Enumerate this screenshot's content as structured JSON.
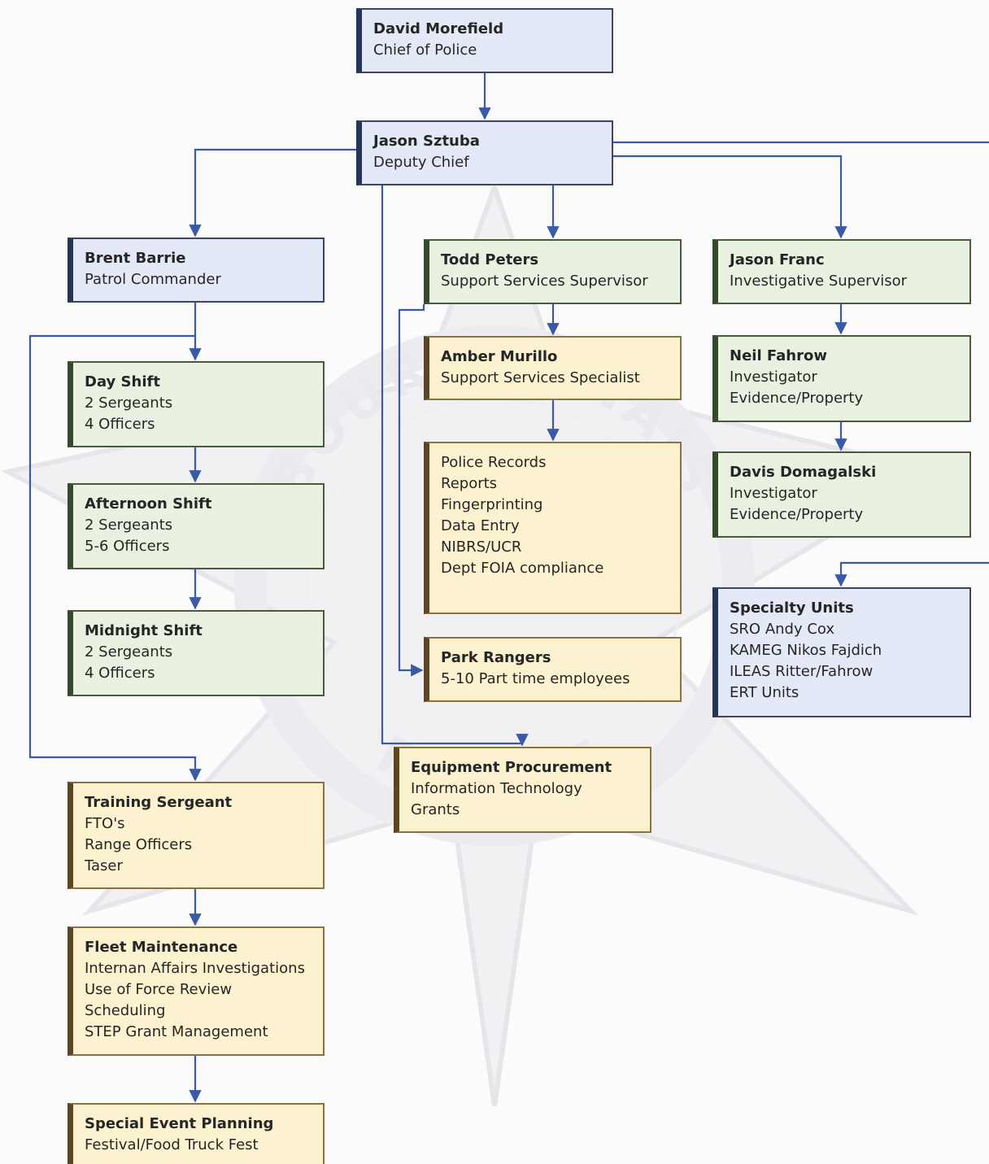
{
  "chart": {
    "nodes": [
      {
        "id": "chief",
        "color": "blue",
        "title": "David Morefield",
        "lines": [
          "Chief of Police"
        ]
      },
      {
        "id": "deputy",
        "color": "blue",
        "title": "Jason Sztuba",
        "lines": [
          "Deputy Chief"
        ]
      },
      {
        "id": "patrol",
        "color": "blue",
        "title": "Brent Barrie",
        "lines": [
          "Patrol Commander"
        ]
      },
      {
        "id": "day",
        "color": "green",
        "title": "Day Shift",
        "lines": [
          "2 Sergeants",
          "4 Officers"
        ]
      },
      {
        "id": "afternoon",
        "color": "green",
        "title": "Afternoon Shift",
        "lines": [
          "2 Sergeants",
          "5-6 Officers"
        ]
      },
      {
        "id": "midnight",
        "color": "green",
        "title": "Midnight Shift",
        "lines": [
          "2 Sergeants",
          "4 Officers"
        ]
      },
      {
        "id": "training",
        "color": "yellow",
        "title": "Training Sergeant",
        "lines": [
          "FTO's",
          "Range Officers",
          "Taser"
        ]
      },
      {
        "id": "fleet",
        "color": "yellow",
        "title": "Fleet Maintenance",
        "lines": [
          "Internan Affairs Investigations",
          "Use of Force Review",
          "Scheduling",
          "STEP Grant Management"
        ]
      },
      {
        "id": "special",
        "color": "yellow",
        "title": "Special Event Planning",
        "lines": [
          "Festival/Food Truck Fest"
        ]
      },
      {
        "id": "todd",
        "color": "green",
        "title": "Todd Peters",
        "lines": [
          "Support Services Supervisor"
        ]
      },
      {
        "id": "amber",
        "color": "yellow",
        "title": "Amber Murillo",
        "lines": [
          "Support Services Specialist"
        ]
      },
      {
        "id": "records",
        "color": "yellow",
        "title": "",
        "lines": [
          "Police Records",
          "Reports",
          "Fingerprinting",
          "Data Entry",
          "NIBRS/UCR",
          "Dept FOIA compliance"
        ]
      },
      {
        "id": "rangers",
        "color": "yellow",
        "title": "Park Rangers",
        "lines": [
          "5-10 Part time employees"
        ]
      },
      {
        "id": "equipment",
        "color": "yellow",
        "title": "Equipment Procurement",
        "lines": [
          "Information Technology",
          "Grants"
        ]
      },
      {
        "id": "franc",
        "color": "green",
        "title": "Jason Franc",
        "lines": [
          "Investigative Supervisor"
        ]
      },
      {
        "id": "neil",
        "color": "green",
        "title": "Neil Fahrow",
        "lines": [
          "Investigator",
          "Evidence/Property"
        ]
      },
      {
        "id": "davis",
        "color": "green",
        "title": "Davis Domagalski",
        "lines": [
          "Investigator",
          "Evidence/Property"
        ]
      },
      {
        "id": "specialty",
        "color": "blue",
        "title": "Specialty Units",
        "lines": [
          "SRO Andy Cox",
          "KAMEG Nikos Fajdich",
          "ILEAS Ritter/Fahrow",
          "ERT Units"
        ]
      }
    ],
    "edges": [
      [
        "chief",
        "deputy"
      ],
      [
        "deputy",
        "patrol"
      ],
      [
        "deputy",
        "todd"
      ],
      [
        "deputy",
        "franc"
      ],
      [
        "deputy",
        "equipment"
      ],
      [
        "deputy",
        "specialty"
      ],
      [
        "patrol",
        "day"
      ],
      [
        "patrol",
        "training"
      ],
      [
        "day",
        "afternoon"
      ],
      [
        "afternoon",
        "midnight"
      ],
      [
        "training",
        "fleet"
      ],
      [
        "fleet",
        "special"
      ],
      [
        "todd",
        "amber"
      ],
      [
        "todd",
        "rangers"
      ],
      [
        "amber",
        "records"
      ],
      [
        "franc",
        "neil"
      ],
      [
        "neil",
        "davis"
      ]
    ],
    "colors": {
      "connector": "#3b5aa6",
      "blue_fill": "#e3e9f6",
      "green_fill": "#e9f1e1",
      "yellow_fill": "#fcf2cf"
    }
  },
  "watermark": {
    "top_text": "BOURBONNAIS",
    "bottom_text": "POLICE"
  }
}
